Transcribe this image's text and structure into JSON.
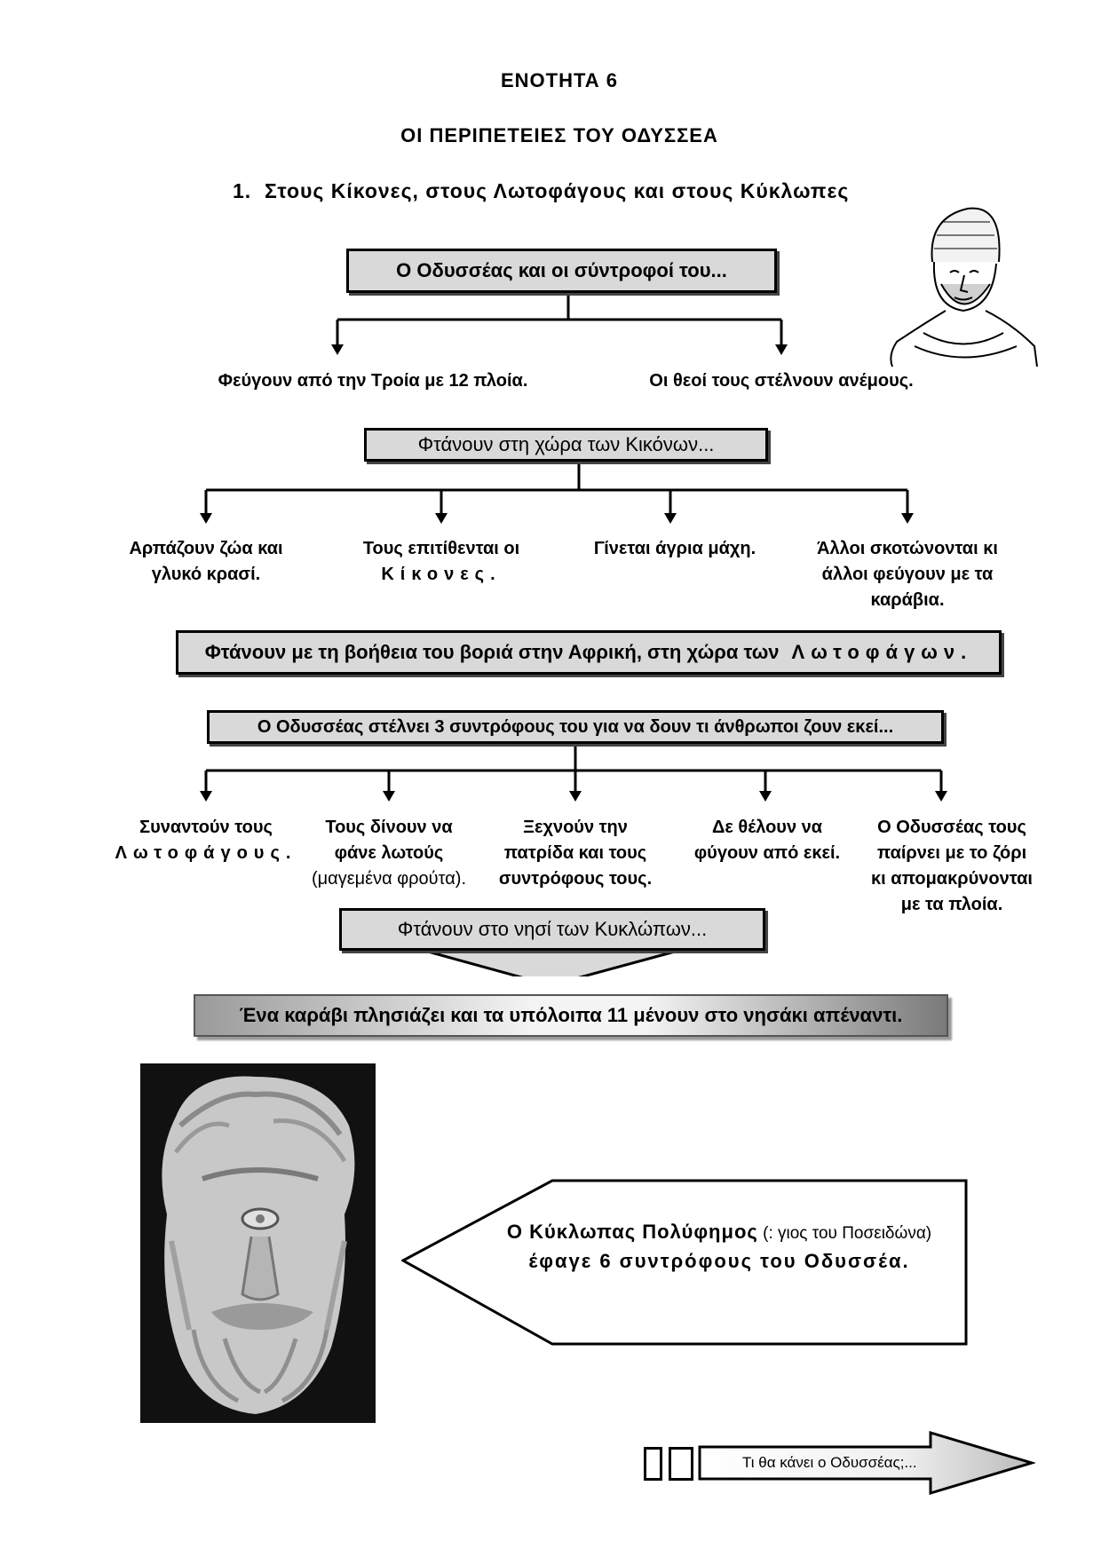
{
  "unit_title": "ΕΝΟΤΗΤΑ 6",
  "main_title": "ΟΙ ΠΕΡΙΠΕΤΕΙΕΣ ΤΟΥ ΟΔΥΣΣΕΑ",
  "section_title": "1.  Στους Κίκονες, στους Λωτοφάγους και στους Κύκλωπες",
  "flow": {
    "box1": "Ο Οδυσσέας και οι σύντροφοί του...",
    "row1": [
      "Φεύγουν από την Τροία με 12 πλοία.",
      "Οι θεοί τους στέλνουν ανέμους."
    ],
    "box2": "Φτάνουν στη χώρα των Κικόνων...",
    "row2": {
      "item1_line1": "Αρπάζουν ζώα και",
      "item1_line2": "γλυκό κρασί.",
      "item2_line1": "Τους επιτίθενται οι",
      "item2_line2": "Κίκονες.",
      "item3_line1": "Γίνεται άγρια μάχη.",
      "item4_line1": "Άλλοι σκοτώνονται κι",
      "item4_line2": "άλλοι φεύγουν με τα",
      "item4_line3": "καράβια."
    },
    "box3_text": "Φτάνουν με τη βοήθεια του βοριά στην Αφρική, στη χώρα των",
    "box3_word": "Λωτοφάγων.",
    "box4": "Ο Οδυσσέας στέλνει 3 συντρόφους του για να δουν τι άνθρωποι ζουν εκεί...",
    "row3": {
      "item1_line1": "Συναντούν τους",
      "item1_line2": "Λωτοφάγους.",
      "item2_line1": "Τους δίνουν να",
      "item2_line2": "φάνε λωτούς",
      "item2_line3": "(μαγεμένα φρούτα).",
      "item3_line1": "Ξεχνούν την",
      "item3_line2": "πατρίδα και τους",
      "item3_line3": "συντρόφους τους.",
      "item4_line1": "Δε θέλουν να",
      "item4_line2": "φύγουν από εκεί.",
      "item5_line1": "Ο Οδυσσέας τους",
      "item5_line2": "παίρνει με το ζόρι",
      "item5_line3": "κι απομακρύνονται",
      "item5_line4": "με τα πλοία."
    },
    "box5": "Φτάνουν στο νησί των Κυκλώπων...",
    "box6": "Ένα καράβι πλησιάζει και τα υπόλοιπα 11 μένουν στο νησάκι απέναντι."
  },
  "callout": {
    "part1": "Ο Κύκλωπας Πολύφημος",
    "part2": " (: γιος του Ποσειδώνα) ",
    "part3": "έφαγε 6 συντρόφους του Οδυσσέα."
  },
  "next_arrow": "Τι θα κάνει ο Οδυσσέας;..."
}
